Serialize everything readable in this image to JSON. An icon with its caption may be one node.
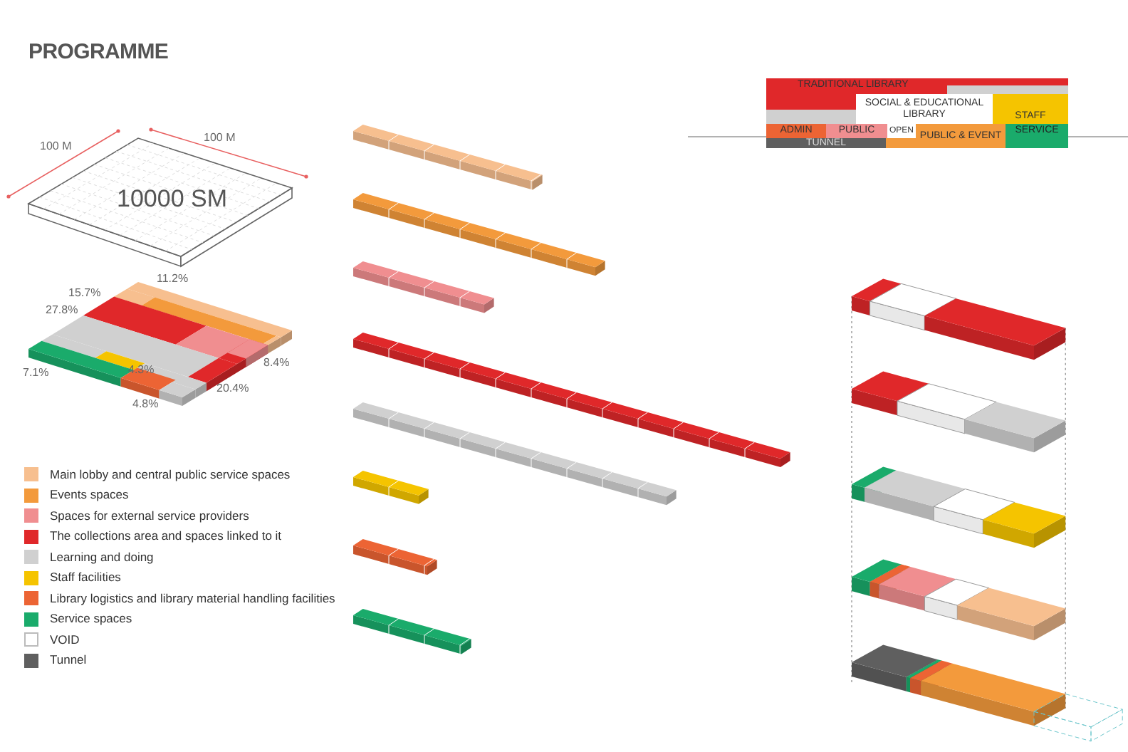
{
  "diagram": {
    "title": "PROGRAMME",
    "nodes": [
      {
        "text": [
          "10000 SM"
        ]
      },
      {
        "text": [
          "TRADITIONAL LIBRARY"
        ]
      },
      {
        "text": [
          "SOCIAL & EDUCATIONAL LIBRARY"
        ]
      },
      {
        "text": [
          "STAFF"
        ]
      },
      {
        "text": [
          "ADMIN"
        ]
      },
      {
        "text": [
          "PUBLIC"
        ]
      },
      {
        "text": [
          "OPEN"
        ]
      },
      {
        "text": [
          "PUBLIC & EVENT"
        ]
      },
      {
        "text": [
          "SERVICE"
        ]
      },
      {
        "text": [
          "TUNNEL"
        ]
      }
    ],
    "edges": [],
    "labels": [
      "100 M",
      "100 M",
      "11.2%",
      "15.7%",
      "27.8%",
      "8.4%",
      "7.1%",
      "4.3%",
      "20.4%",
      "4.8%"
    ],
    "legend": [
      {
        "text": "Main lobby and central public service spaces",
        "color": "#f7bf8f"
      },
      {
        "text": "Events spaces",
        "color": "#f39a3c"
      },
      {
        "text": "Spaces for external service providers",
        "color": "#f08e90"
      },
      {
        "text": "The collections area and spaces linked to it",
        "color": "#e0282a"
      },
      {
        "text": "Learning and doing",
        "color": "#d0d0d0"
      },
      {
        "text": "Staff facilities",
        "color": "#f5c400"
      },
      {
        "text": "Library logistics and library material handling facilities",
        "color": "#ec6434"
      },
      {
        "text": "Service spaces",
        "color": "#1aab6b"
      },
      {
        "text": "VOID",
        "color": "#ffffff"
      },
      {
        "text": "Tunnel",
        "color": "#5f5f5f"
      }
    ]
  }
}
